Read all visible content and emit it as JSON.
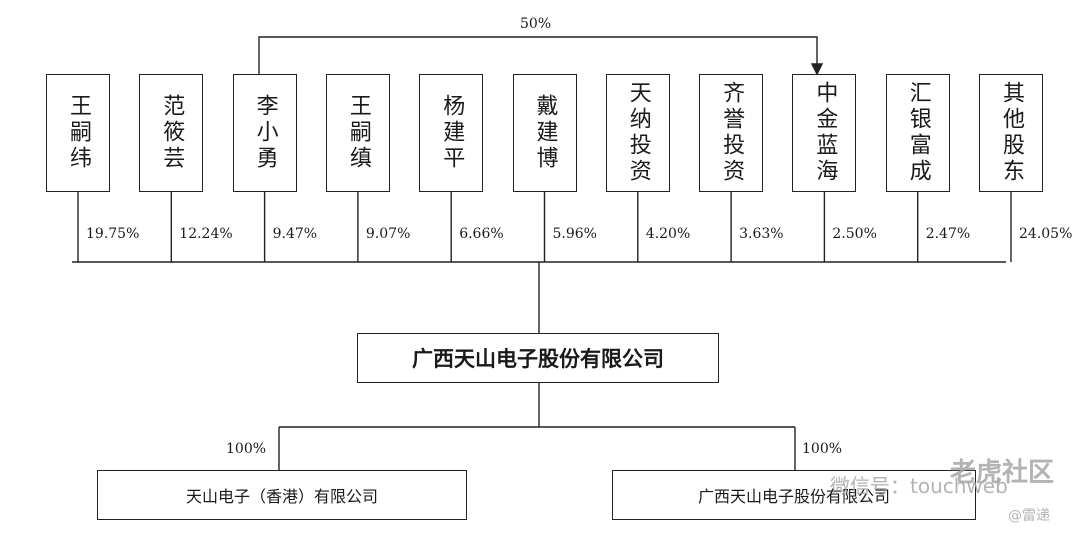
{
  "relation_label": "50%",
  "shareholders": [
    {
      "name": "王嗣纬",
      "pct": "19.75%"
    },
    {
      "name": "范筱芸",
      "pct": "12.24%"
    },
    {
      "name": "李小勇",
      "pct": "9.47%"
    },
    {
      "name": "王嗣缜",
      "pct": "9.07%"
    },
    {
      "name": "杨建平",
      "pct": "6.66%"
    },
    {
      "name": "戴建博",
      "pct": "5.96%"
    },
    {
      "name": "天纳投资",
      "pct": "4.20%"
    },
    {
      "name": "齐誉投资",
      "pct": "3.63%"
    },
    {
      "name": "中金蓝海",
      "pct": "2.50%"
    },
    {
      "name": "汇银富成",
      "pct": "2.47%"
    },
    {
      "name": "其他股东",
      "pct": "24.05%"
    }
  ],
  "company": "广西天山电子股份有限公司",
  "subsidiaries": [
    {
      "name": "天山电子（香港）有限公司",
      "pct": "100%"
    },
    {
      "name": "广西天山电子股份有限公司",
      "pct": "100%"
    }
  ],
  "watermarks": {
    "wechat": "微信号：touchweb",
    "brand": "老虎社区",
    "handle": "@雷递"
  }
}
